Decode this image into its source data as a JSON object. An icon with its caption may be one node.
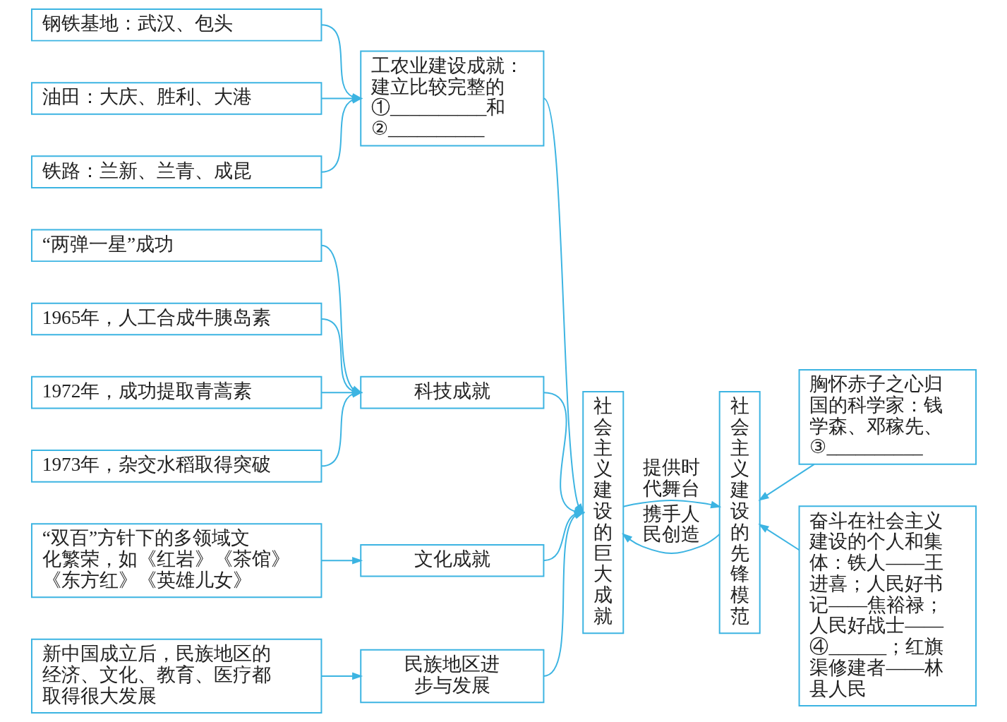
{
  "diagram": {
    "nodes": [
      {
        "text": [
          "钢铁基地：武汉、包头"
        ]
      },
      {
        "text": [
          "油田：大庆、胜利、大港"
        ]
      },
      {
        "text": [
          "铁路：兰新、兰青、成昆"
        ]
      },
      {
        "text": [
          "工农业建设成就：建立比较完整的①__________和②__________"
        ]
      },
      {
        "text": [
          "“两弹一星”成功"
        ]
      },
      {
        "text": [
          "1965年，人工合成牛胰岛素"
        ]
      },
      {
        "text": [
          "1972年，成功提取青蒿素"
        ]
      },
      {
        "text": [
          "1973年，杂交水稻取得突破"
        ]
      },
      {
        "text": [
          "科技成就"
        ]
      },
      {
        "text": [
          "“双百”方针下的多领域文化繁荣，如《红岩》《茶馆》《东方红》《英雄儿女》"
        ]
      },
      {
        "text": [
          "文化成就"
        ]
      },
      {
        "text": [
          "新中国成立后，民族地区的经济、文化、教育、医疗都取得很大发展"
        ]
      },
      {
        "text": [
          "民族地区进步与发展"
        ]
      },
      {
        "text": [
          "社会主义建设的巨大成就"
        ]
      },
      {
        "text": [
          "社会主义建设的先锋模范"
        ]
      },
      {
        "text": [
          "胸怀赤子之心归国的科学家：钱学森、邓稼先、③__________"
        ]
      },
      {
        "text": [
          "奋斗在社会主义建设的个人和集体：铁人——王进喜；人民好书记——焦裕禄；人民好战士——④______；红旗渠修建者——林县人民"
        ]
      }
    ],
    "edges": [
      {
        "from": 0,
        "to": 3,
        "arrow": "to"
      },
      {
        "from": 1,
        "to": 3,
        "arrow": "to"
      },
      {
        "from": 2,
        "to": 3,
        "arrow": "to"
      },
      {
        "from": 4,
        "to": 8,
        "arrow": "to"
      },
      {
        "from": 5,
        "to": 8,
        "arrow": "to"
      },
      {
        "from": 6,
        "to": 8,
        "arrow": "to"
      },
      {
        "from": 7,
        "to": 8,
        "arrow": "to"
      },
      {
        "from": 9,
        "to": 10,
        "arrow": "to"
      },
      {
        "from": 11,
        "to": 12,
        "arrow": "to"
      },
      {
        "from": 3,
        "to": 13,
        "arrow": "to"
      },
      {
        "from": 8,
        "to": 13,
        "arrow": "to"
      },
      {
        "from": 10,
        "to": 13,
        "arrow": "to"
      },
      {
        "from": 12,
        "to": 13,
        "arrow": "to"
      },
      {
        "from": 14,
        "to": 13,
        "arrow": "to",
        "label": "携手人民创造"
      },
      {
        "from": 13,
        "to": 14,
        "arrow": "to",
        "label": "提供时代舞台"
      },
      {
        "from": 15,
        "to": 14,
        "arrow": "to"
      },
      {
        "from": 16,
        "to": 14,
        "arrow": "to"
      }
    ]
  }
}
